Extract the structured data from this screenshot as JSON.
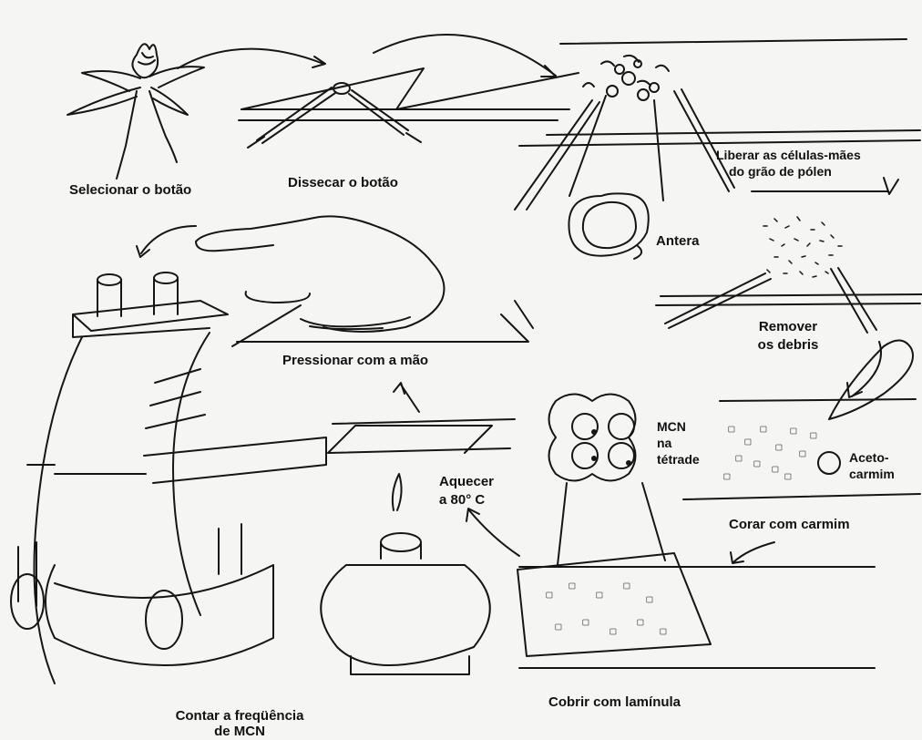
{
  "steps": {
    "select_bud": "Selecionar o botão",
    "dissect_bud": "Dissecar o botão",
    "release_cells_line1": "Liberar as células-mães",
    "release_cells_line2": "do grão de pólen",
    "anther": "Antera",
    "remove_debris_line1": "Remover",
    "remove_debris_line2": "os debris",
    "press_hand": "Pressionar com a mão",
    "stain": "Corar com carmim",
    "aceto_line1": "Aceto-",
    "aceto_line2": "carmim",
    "heat_line1": "Aquecer",
    "heat_line2": "a 80° C",
    "mcn_line1": "MCN",
    "mcn_line2": "na",
    "mcn_line3": "tétrade",
    "cover": "Cobrir com lamínula",
    "count_line1": "Contar a freqüência",
    "count_line2": "de MCN"
  }
}
